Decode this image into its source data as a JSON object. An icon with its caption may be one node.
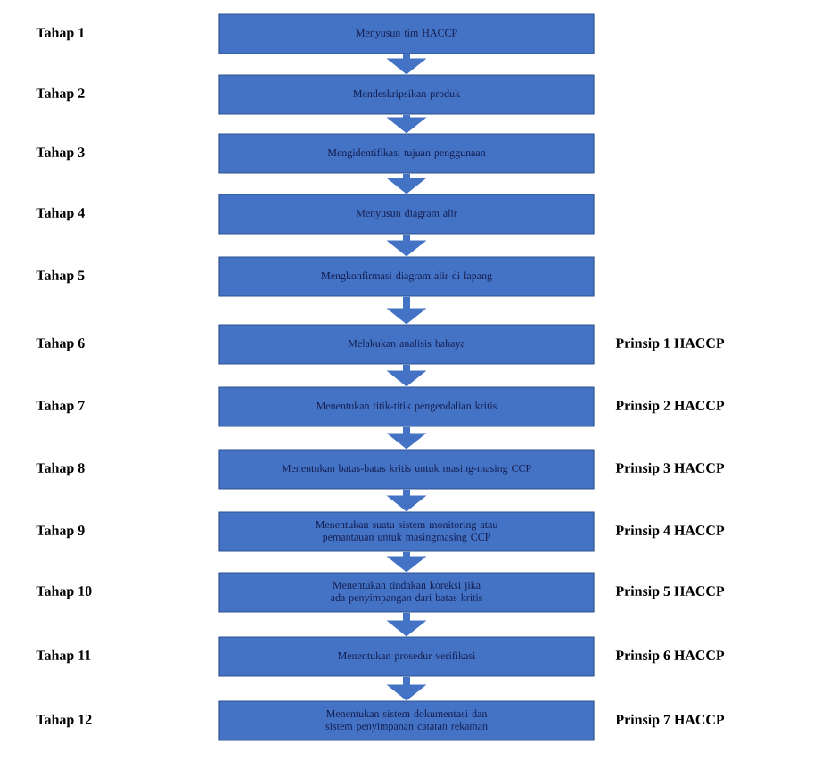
{
  "diagram": {
    "nodes": [
      {
        "text": [
          "Menyusun tim HACCP"
        ]
      },
      {
        "text": [
          "Mendeskripsikan produk"
        ]
      },
      {
        "text": [
          "Mengidentifikasi tujuan penggunaan"
        ]
      },
      {
        "text": [
          "Menyusun diagram alir"
        ]
      },
      {
        "text": [
          "Mengkonfirmasi diagram alir di lapang"
        ]
      },
      {
        "text": [
          "Melakukan analisis bahaya"
        ],
        "beside": [
          "Prinsip 1 HACCP"
        ]
      },
      {
        "text": [
          "Menentukan titik-titik pengendalian kritis"
        ],
        "beside": [
          "Prinsip 2 HACCP"
        ]
      },
      {
        "text": [
          "Menentukan batas-batas kritis untuk masing-masing CCP"
        ],
        "beside": [
          "Prinsip 3 HACCP"
        ]
      },
      {
        "text": [
          "Menentukan suatu sistem monitoring atau pemantauan untuk masingmasing CCP"
        ],
        "beside": [
          "Prinsip 4 HACCP"
        ]
      },
      {
        "text": [
          "Menentukan tindakan koreksi jika ada penyimpangan dari batas kritis"
        ],
        "beside": [
          "Prinsip 5 HACCP"
        ]
      },
      {
        "text": [
          "Menentukan prosedur verifikasi"
        ],
        "beside": [
          "Prinsip 6 HACCP"
        ]
      },
      {
        "text": [
          "Menentukan sistem dokumentasi dan sistem penyimpanan catatan rekaman"
        ],
        "beside": [
          "Prinsip 7 HACCP"
        ]
      }
    ],
    "labels": [
      "Tahap 1",
      "Tahap 2",
      "Tahap 3",
      "Tahap 4",
      "Tahap 5",
      "Tahap 6",
      "Tahap 7",
      "Tahap 8",
      "Tahap 9",
      "Tahap 10",
      "Tahap 11",
      "Tahap 12"
    ],
    "edges": [
      {
        "from": 0,
        "to": 1,
        "arrow": "to"
      },
      {
        "from": 1,
        "to": 2,
        "arrow": "to"
      },
      {
        "from": 2,
        "to": 3,
        "arrow": "to"
      },
      {
        "from": 3,
        "to": 4,
        "arrow": "to"
      },
      {
        "from": 4,
        "to": 5,
        "arrow": "to"
      },
      {
        "from": 5,
        "to": 6,
        "arrow": "to"
      },
      {
        "from": 6,
        "to": 7,
        "arrow": "to"
      },
      {
        "from": 7,
        "to": 8,
        "arrow": "to"
      },
      {
        "from": 8,
        "to": 9,
        "arrow": "to"
      },
      {
        "from": 9,
        "to": 10,
        "arrow": "to"
      },
      {
        "from": 10,
        "to": 11,
        "arrow": "to"
      }
    ]
  }
}
